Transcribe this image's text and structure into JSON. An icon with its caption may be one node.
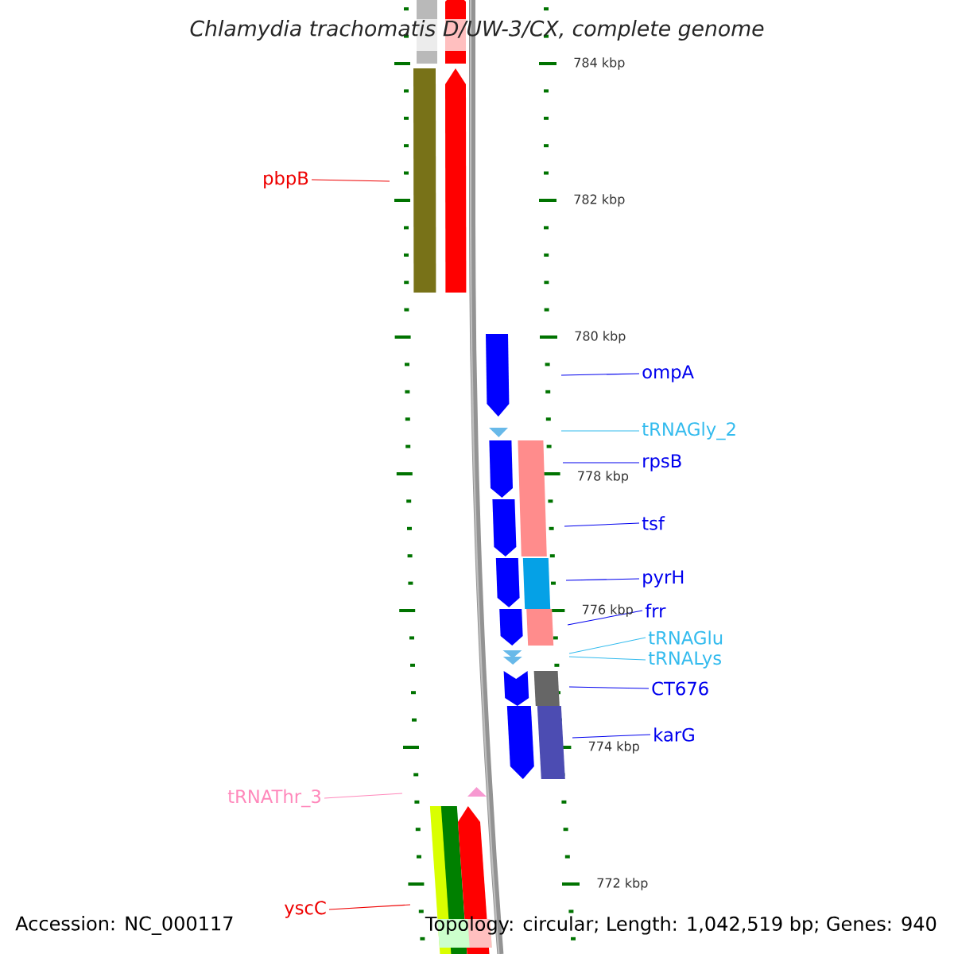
{
  "diagram": {
    "title": "Chlamydia trachomatis D/UW-3/CX, complete genome",
    "nodes": [
      {
        "text": [
          "pbpB"
        ]
      },
      {
        "text": [
          "ompA"
        ]
      },
      {
        "text": [
          "tRNAGly_2"
        ]
      },
      {
        "text": [
          "rpsB"
        ]
      },
      {
        "text": [
          "tsf"
        ]
      },
      {
        "text": [
          "pyrH"
        ]
      },
      {
        "text": [
          "frr"
        ]
      },
      {
        "text": [
          "tRNAGlu"
        ]
      },
      {
        "text": [
          "tRNALys"
        ]
      },
      {
        "text": [
          "CT676"
        ]
      },
      {
        "text": [
          "karG"
        ]
      },
      {
        "text": [
          "tRNAThr_3"
        ]
      },
      {
        "text": [
          "yscC"
        ]
      }
    ],
    "edges": [
      {
        "from": 0,
        "to": null,
        "arrow": "none",
        "color": "#ee0000"
      },
      {
        "from": 1,
        "to": null,
        "arrow": "none"
      },
      {
        "from": 2,
        "to": null,
        "arrow": "none",
        "color": "#33bbee"
      },
      {
        "from": 3,
        "to": null,
        "arrow": "none"
      },
      {
        "from": 4,
        "to": null,
        "arrow": "none"
      },
      {
        "from": 5,
        "to": null,
        "arrow": "none"
      },
      {
        "from": 6,
        "to": null,
        "arrow": "none"
      },
      {
        "from": 7,
        "to": null,
        "arrow": "none",
        "color": "#33bbee"
      },
      {
        "from": 8,
        "to": null,
        "arrow": "none",
        "color": "#33bbee"
      },
      {
        "from": 9,
        "to": null,
        "arrow": "none"
      },
      {
        "from": 10,
        "to": null,
        "arrow": "none"
      },
      {
        "from": 11,
        "to": null,
        "arrow": "none",
        "color": "#ff88bb"
      },
      {
        "from": 12,
        "to": null,
        "arrow": "none",
        "color": "#ee0000"
      }
    ],
    "labels": [
      "784 kbp",
      "782 kbp",
      "780 kbp",
      "778 kbp",
      "776 kbp",
      "774 kbp",
      "772 kbp",
      "Accession: NC_000117",
      "Topology: circular; Length: 1,042,519 bp; Genes: 940"
    ]
  }
}
